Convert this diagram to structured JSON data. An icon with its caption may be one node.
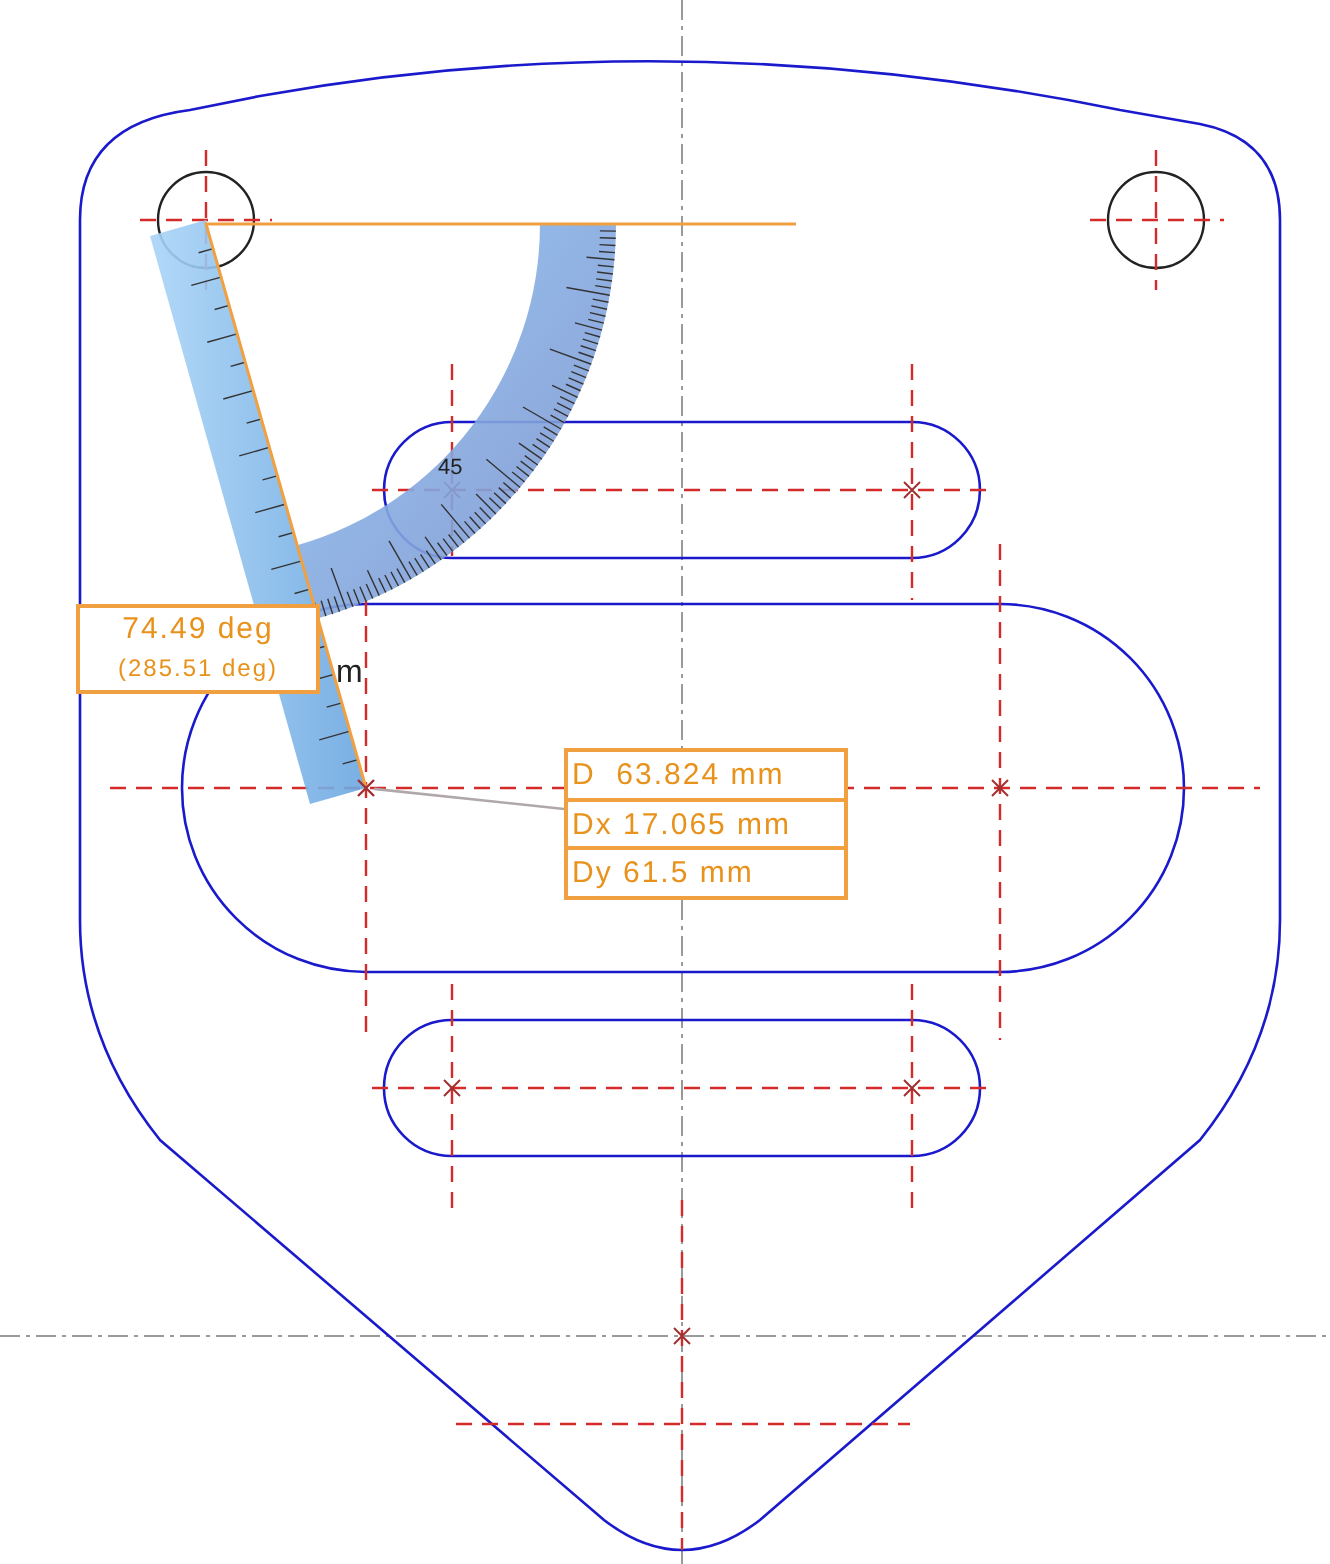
{
  "diagram": {
    "nodes": [
      {
        "text": [
          "74.49 deg",
          "(285.51 deg)"
        ]
      },
      {
        "text": [
          "D  63.824 mm",
          "Dx 17.065 mm",
          "Dy 61.5 mm"
        ]
      },
      {
        "text": [],
        "shape": "cross"
      }
    ],
    "edges": [
      {
        "from": 1,
        "to": 2,
        "arrow": "none"
      }
    ],
    "labels": [
      "45",
      "m"
    ]
  }
}
